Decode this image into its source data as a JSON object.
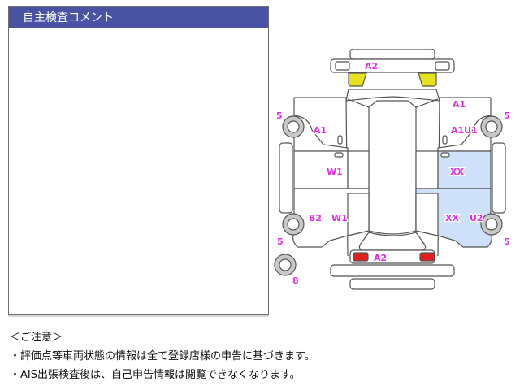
{
  "comment_panel": {
    "title": "自主検査コメント",
    "body": "",
    "header_color": "#4a53a3"
  },
  "diagram": {
    "colors": {
      "label": "#e030e0",
      "yellow_mark": "#e6e020",
      "red_mark": "#e02020",
      "blue_area": "#cfe0fb",
      "tire": "#c8c8c8",
      "outline": "#555555"
    },
    "labels": {
      "front_bumper": "A2",
      "rear_bumper": "A2",
      "right_front_fender_top": "A1",
      "left_front_fender": "A1",
      "right_front_fender": "A1U1",
      "left_front_door": "W1",
      "right_front_door": "XX",
      "left_rear_door": "W1",
      "left_rear_quarter": "B2",
      "right_rear_door": "XX",
      "right_rear_quarter": "U2"
    },
    "tire_numbers": {
      "front_left": "5",
      "front_right": "5",
      "rear_left": "5",
      "rear_right": "5",
      "spare": "8"
    }
  },
  "notes": {
    "heading": "＜ご注意＞",
    "lines": [
      "・評価点等車両状態の情報は全て登録店様の申告に基づきます。",
      "・AIS出張検査後は、自己申告情報は閲覧できなくなります。"
    ]
  }
}
